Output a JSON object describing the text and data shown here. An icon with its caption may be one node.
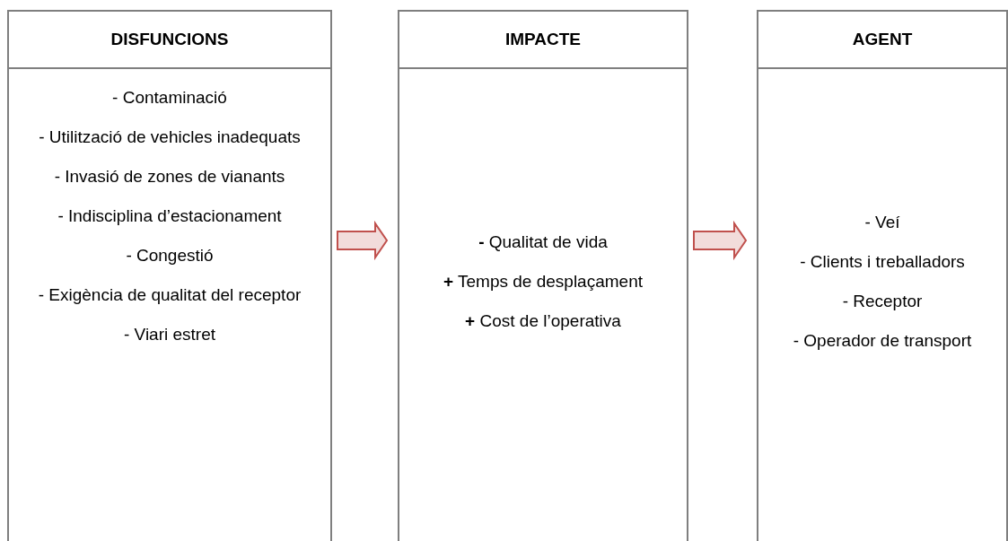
{
  "diagram": {
    "nodes": [
      {
        "text": [
          "DISFUNCIONS",
          "- Contaminació",
          "- Utilització de vehicles inadequats",
          "- Invasió de zones de vianants",
          "- Indisciplina d’estacionament",
          "- Congestió",
          "- Exigència de qualitat del receptor",
          "- Viari estret"
        ]
      },
      {
        "text": [
          "IMPACTE",
          "**-** Qualitat de vida",
          "**+** Temps de desplaçament",
          "**+** Cost de l’operativa"
        ]
      },
      {
        "text": [
          "AGENT",
          "- Veí",
          "- Clients i treballadors",
          "- Receptor",
          "- Operador de transport"
        ]
      }
    ],
    "edges": [
      {
        "from": 0,
        "to": 1,
        "arrow": "to"
      },
      {
        "from": 1,
        "to": 2,
        "arrow": "to"
      }
    ]
  }
}
